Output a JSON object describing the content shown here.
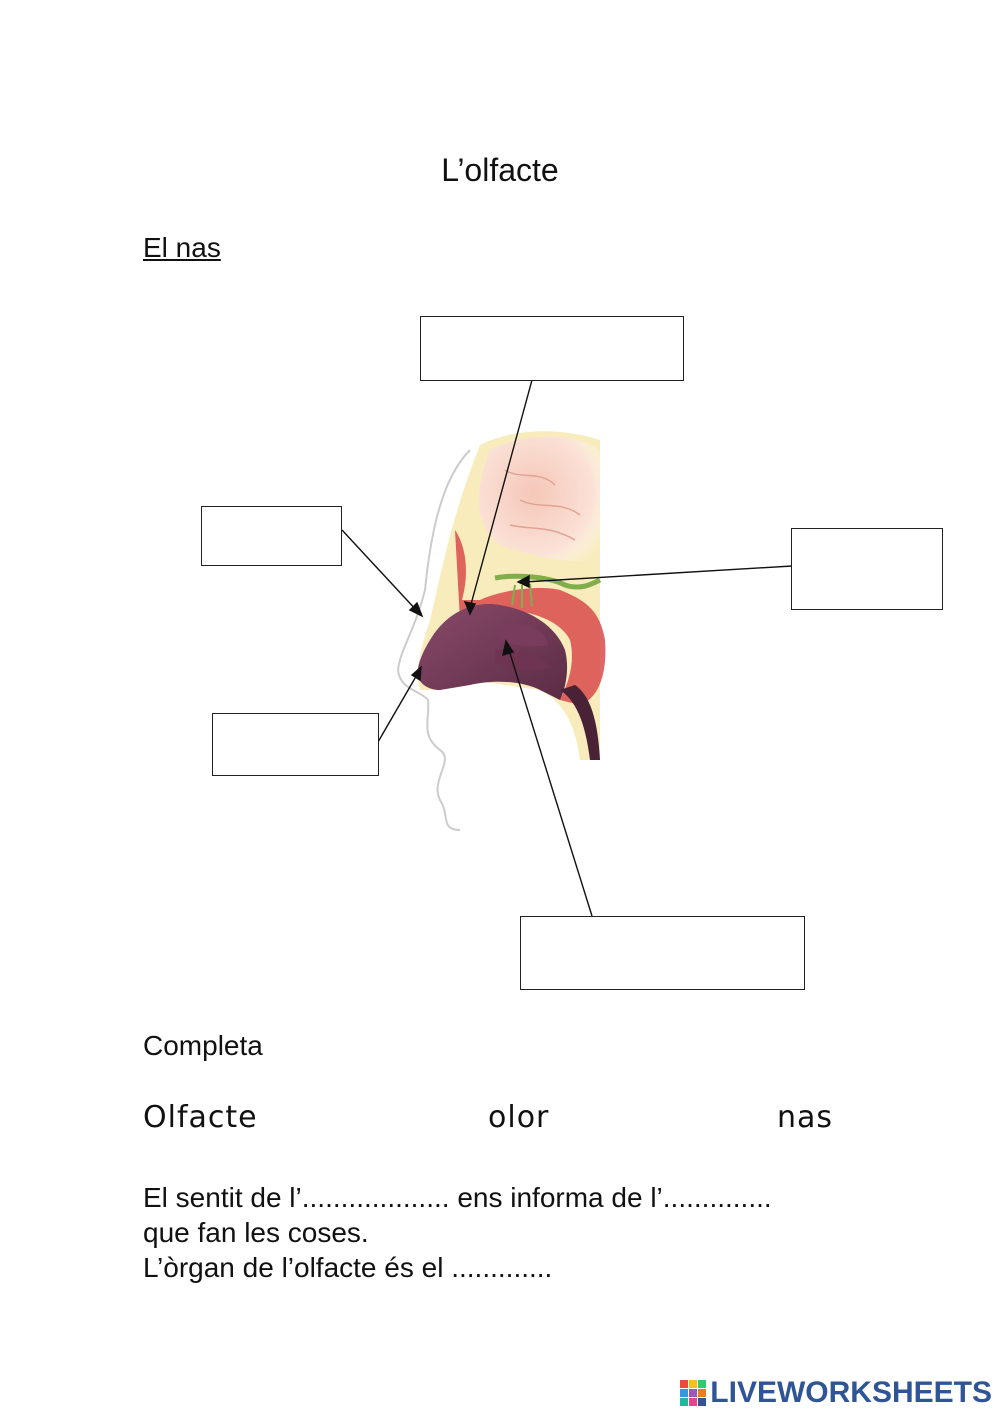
{
  "page": {
    "title": "L’olfacte",
    "subtitle": "El nas"
  },
  "diagram": {
    "boxes": [
      {
        "name": "label-box-top",
        "value": ""
      },
      {
        "name": "label-box-left-upper",
        "value": ""
      },
      {
        "name": "label-box-right",
        "value": ""
      },
      {
        "name": "label-box-left-lower",
        "value": ""
      },
      {
        "name": "label-box-bottom",
        "value": ""
      }
    ]
  },
  "exercise": {
    "heading": "Completa",
    "words": [
      "Olfacte",
      "olor",
      "nas"
    ],
    "lines": [
      "El sentit de l’................... ens informa de l’..............",
      "que fan les coses.",
      "L’òrgan de l’olfacte és el ............."
    ]
  },
  "footer": {
    "brand": "LIVEWORKSHEETS",
    "colors": [
      "#e74c3c",
      "#f1c40f",
      "#2ecc71",
      "#3498db",
      "#9b59b6",
      "#e67e22",
      "#1abc9c",
      "#e84393",
      "#2f5597"
    ]
  }
}
